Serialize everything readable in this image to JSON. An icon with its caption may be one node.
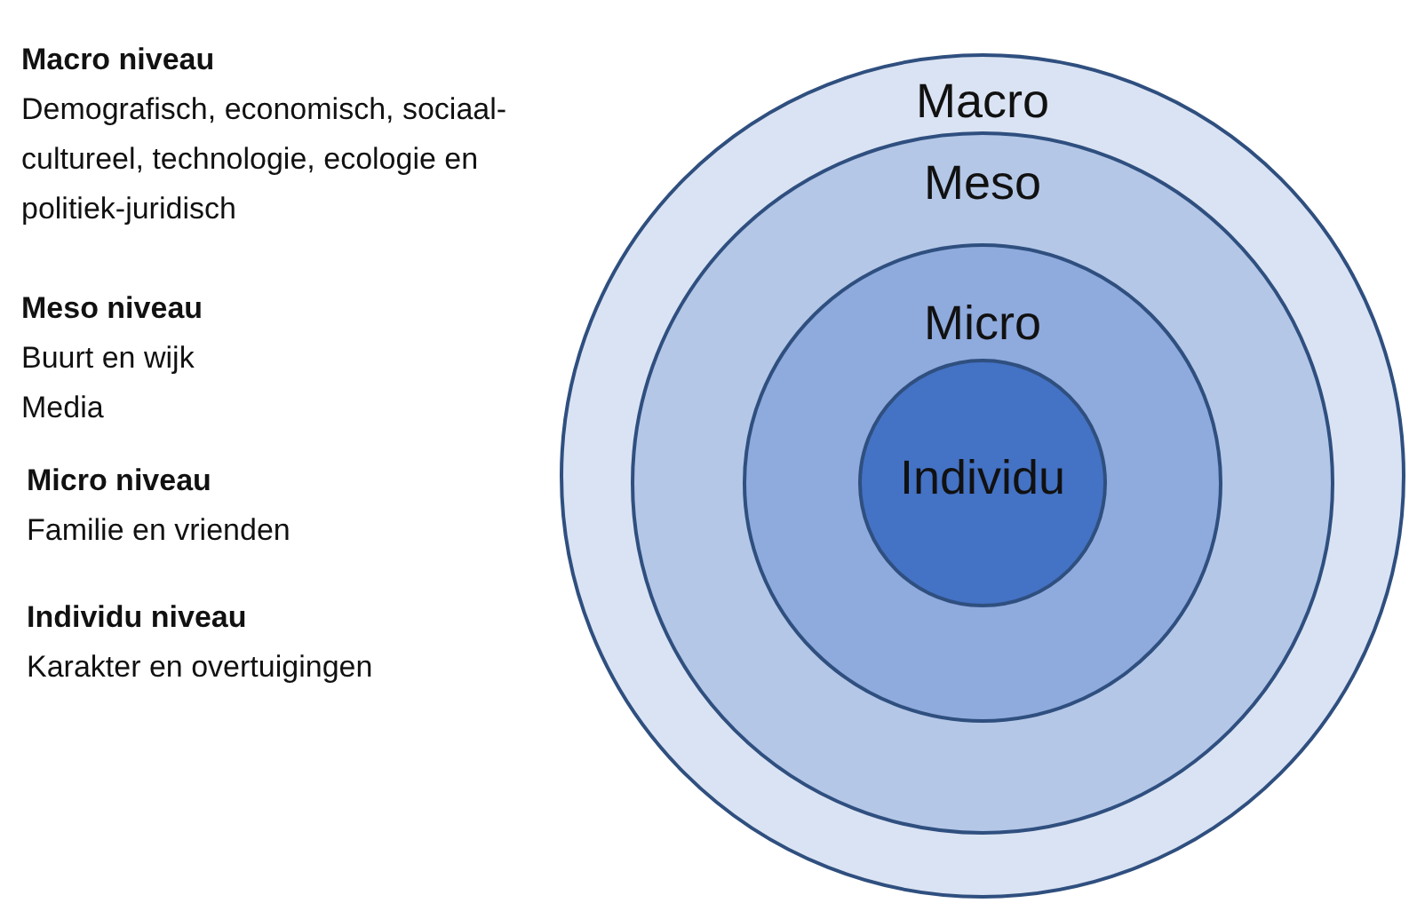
{
  "diagram": {
    "nodes": [
      {
        "text": [
          "Macro"
        ]
      },
      {
        "text": [
          "Meso"
        ],
        "in": 0
      },
      {
        "text": [
          "Micro"
        ],
        "in": 1
      },
      {
        "text": [
          "Individu"
        ],
        "in": 2
      }
    ],
    "labels": [
      "Macro niveau",
      "Demografisch, economisch, sociaal-cultureel, technologie, ecologie en politiek-juridisch",
      "Meso niveau",
      "Buurt en wijk",
      "Media",
      "Micro niveau",
      "Familie en vrienden",
      "Individu niveau",
      "Karakter en overtuigingen"
    ]
  }
}
